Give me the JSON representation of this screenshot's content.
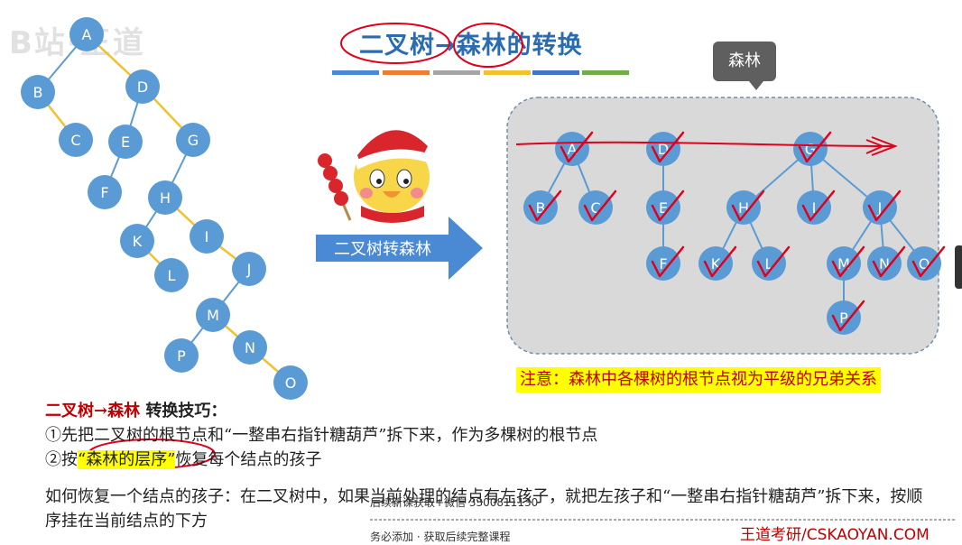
{
  "title": {
    "left": "二叉树",
    "arrow": "→",
    "right": "森林",
    "rest": "的转换"
  },
  "callout": "森林",
  "convert_arrow_label": "二叉树转森林",
  "note": "注意：森林中各棵树的根节点视为平级的兄弟关系",
  "technique": {
    "heading_red": "二叉树→森林",
    "heading_rest": " 转换技巧：",
    "step1": "①先把二叉树的根节点和“一整串右指针糖葫芦”拆下来，作为多棵树的根节点",
    "step2_pre": "②按",
    "step2_hl": "“森林的层序”",
    "step2_post": "恢复每个结点的孩子"
  },
  "paragraph": "如何恢复一个结点的孩子：在二叉树中，如果当前处理的结点有左孩子，就把左孩子和“一整串右指针糖葫芦”拆下来，按顺序挂在当前结点的下方",
  "watermark": {
    "line1": "后续新课获取+微信 3300811130",
    "line2": "务必添加 · 获取后续完整课程"
  },
  "brand": "王道考研/CSKAOYAN.COM",
  "logo": "B站·王道",
  "colors": {
    "node": "#5b9bd5",
    "right_edge": "#f2c12e",
    "left_edge": "#5b9bd5",
    "check": "#e0001b",
    "panel": "#d9d9d9"
  },
  "binary_tree": {
    "nodes": [
      {
        "id": "A"
      },
      {
        "id": "B"
      },
      {
        "id": "C"
      },
      {
        "id": "D"
      },
      {
        "id": "E"
      },
      {
        "id": "F"
      },
      {
        "id": "G"
      },
      {
        "id": "H"
      },
      {
        "id": "I"
      },
      {
        "id": "J"
      },
      {
        "id": "K"
      },
      {
        "id": "L"
      },
      {
        "id": "M"
      },
      {
        "id": "N"
      },
      {
        "id": "O"
      },
      {
        "id": "P"
      }
    ],
    "edges": [
      {
        "from": "A",
        "to": "B",
        "kind": "left"
      },
      {
        "from": "A",
        "to": "D",
        "kind": "right"
      },
      {
        "from": "B",
        "to": "C",
        "kind": "right"
      },
      {
        "from": "D",
        "to": "E",
        "kind": "left"
      },
      {
        "from": "D",
        "to": "G",
        "kind": "right"
      },
      {
        "from": "E",
        "to": "F",
        "kind": "left"
      },
      {
        "from": "G",
        "to": "H",
        "kind": "left"
      },
      {
        "from": "H",
        "to": "K",
        "kind": "left"
      },
      {
        "from": "H",
        "to": "I",
        "kind": "right"
      },
      {
        "from": "K",
        "to": "L",
        "kind": "right"
      },
      {
        "from": "I",
        "to": "J",
        "kind": "right"
      },
      {
        "from": "J",
        "to": "M",
        "kind": "left"
      },
      {
        "from": "M",
        "to": "P",
        "kind": "left"
      },
      {
        "from": "M",
        "to": "N",
        "kind": "right"
      },
      {
        "from": "N",
        "to": "O",
        "kind": "right"
      }
    ]
  },
  "forest": {
    "nodes": [
      {
        "id": "A"
      },
      {
        "id": "B"
      },
      {
        "id": "C"
      },
      {
        "id": "D"
      },
      {
        "id": "E"
      },
      {
        "id": "F"
      },
      {
        "id": "G"
      },
      {
        "id": "H"
      },
      {
        "id": "I"
      },
      {
        "id": "J"
      },
      {
        "id": "K"
      },
      {
        "id": "L"
      },
      {
        "id": "M"
      },
      {
        "id": "N"
      },
      {
        "id": "O"
      },
      {
        "id": "P"
      }
    ],
    "edges": [
      {
        "from": "A",
        "to": "B"
      },
      {
        "from": "A",
        "to": "C"
      },
      {
        "from": "D",
        "to": "E"
      },
      {
        "from": "E",
        "to": "F"
      },
      {
        "from": "G",
        "to": "H"
      },
      {
        "from": "G",
        "to": "I"
      },
      {
        "from": "G",
        "to": "J"
      },
      {
        "from": "H",
        "to": "K"
      },
      {
        "from": "H",
        "to": "L"
      },
      {
        "from": "J",
        "to": "M"
      },
      {
        "from": "J",
        "to": "N"
      },
      {
        "from": "J",
        "to": "O"
      },
      {
        "from": "M",
        "to": "P"
      }
    ]
  }
}
